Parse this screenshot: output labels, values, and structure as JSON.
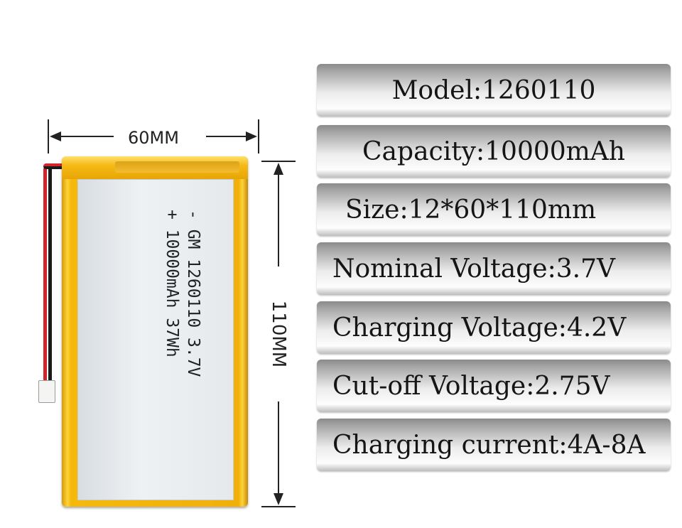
{
  "dimensions": {
    "width": "60MM",
    "height": "110MM"
  },
  "battery": {
    "print_lines": [
      "- GM 1260110 3.7V",
      "+ 10000mAh 37Wh"
    ],
    "colors": {
      "wrap": "#f1b008",
      "label": "#e6e9ec",
      "wire_red": "#d2242a",
      "wire_black": "#1a1a1a"
    }
  },
  "specs": [
    {
      "key": "Model:",
      "value": "1260110"
    },
    {
      "key": "Capacity:",
      "value": "10000mAh"
    },
    {
      "key": "Size:",
      "value": "12*60*110mm"
    },
    {
      "key": "Nominal Voltage:",
      "value": "3.7V"
    },
    {
      "key": "Charging Voltage:",
      "value": "4.2V"
    },
    {
      "key": "Cut-off Voltage:",
      "value": "2.75V"
    },
    {
      "key": "Charging current:",
      "value": "4A-8A"
    }
  ]
}
